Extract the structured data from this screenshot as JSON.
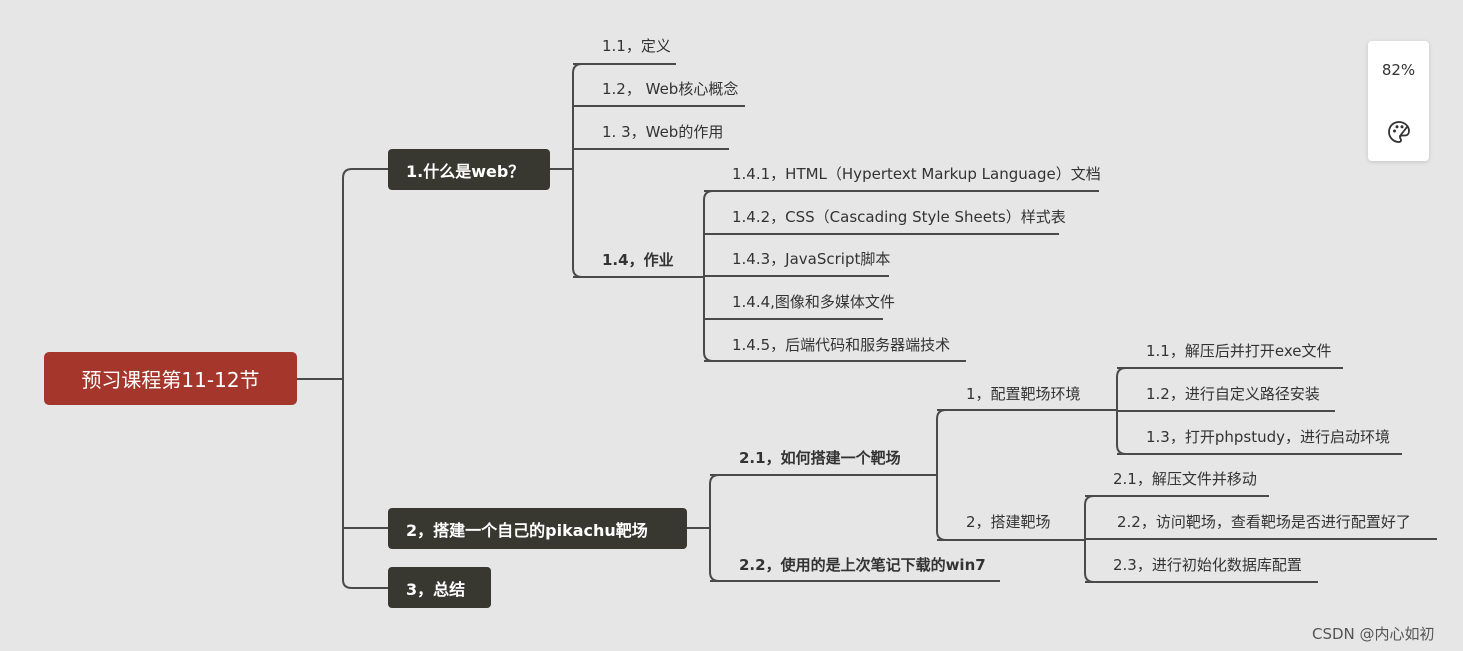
{
  "root": {
    "label": "预习课程第11-12节"
  },
  "topic1": {
    "label": "1.什么是web？",
    "items": [
      "1.1，定义",
      "1.2， Web核心概念",
      "1. 3，Web的作用"
    ],
    "work": {
      "label": "1.4，作业",
      "items": [
        "1.4.1，HTML（Hypertext Markup Language）文档",
        "1.4.2，CSS（Cascading Style Sheets）样式表",
        "1.4.3，JavaScript脚本",
        "1.4.4,图像和多媒体文件",
        "1.4.5，后端代码和服务器端技术"
      ]
    }
  },
  "topic2": {
    "label": "2，搭建一个自己的pikachu靶场",
    "sub1": {
      "label": "2.1，如何搭建一个靶场",
      "config": {
        "label": "1，配置靶场环境",
        "items": [
          "1.1，解压后并打开exe文件",
          "1.2，进行自定义路径安装",
          "1.3，打开phpstudy，进行启动环境"
        ]
      },
      "build": {
        "label": "2，搭建靶场",
        "items": [
          "2.1，解压文件并移动",
          "2.2，访问靶场，查看靶场是否进行配置好了",
          "2.3，进行初始化数据库配置"
        ]
      }
    },
    "sub2": {
      "label": "2.2，使用的是上次笔记下载的win7"
    }
  },
  "topic3": {
    "label": "3，总结"
  },
  "zoom": {
    "value": "82%"
  },
  "icons": {
    "palette": "palette-icon"
  },
  "watermark": {
    "text": "CSDN @内心如初"
  },
  "colors": {
    "root": "#a5362c",
    "topic": "#383730",
    "background": "#e6e6e6",
    "line": "#4a4a4a"
  }
}
